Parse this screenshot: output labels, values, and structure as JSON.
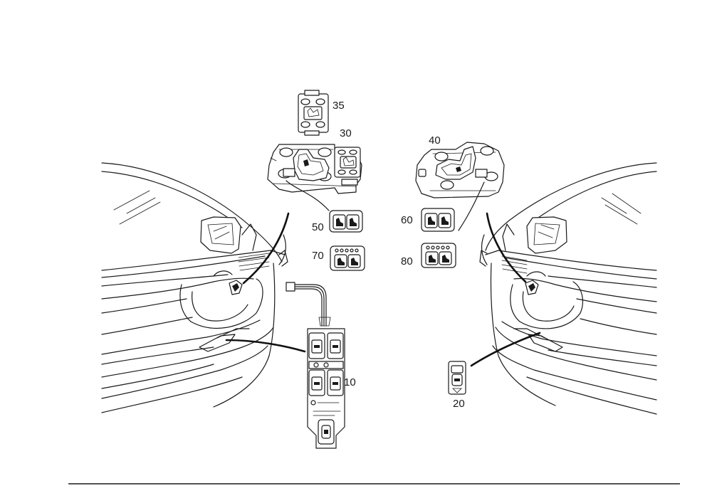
{
  "callouts": {
    "c10": "10",
    "c20": "20",
    "c30": "30",
    "c35": "35",
    "c40": "40",
    "c50": "50",
    "c60": "60",
    "c70": "70",
    "c80": "80"
  },
  "colors": {
    "line": "#1a1a1a",
    "background": "#ffffff"
  }
}
